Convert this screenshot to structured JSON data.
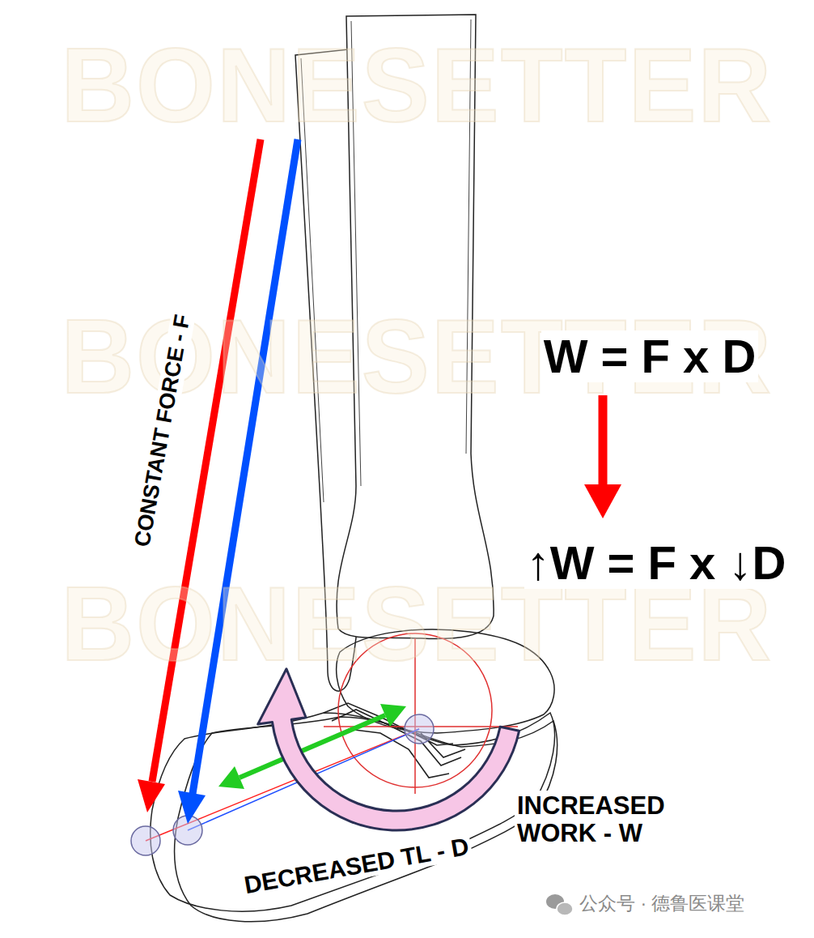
{
  "diagram": {
    "labels": [
      "BONESETTER",
      "BONESETTER",
      "BONESETTER",
      "CONSTANT FORCE - F",
      "W = F x D",
      "↑W = F x ↓D",
      "INCREASED WORK - W",
      "DECREASED TL - D",
      "公众号 · 德鲁医课堂"
    ]
  }
}
